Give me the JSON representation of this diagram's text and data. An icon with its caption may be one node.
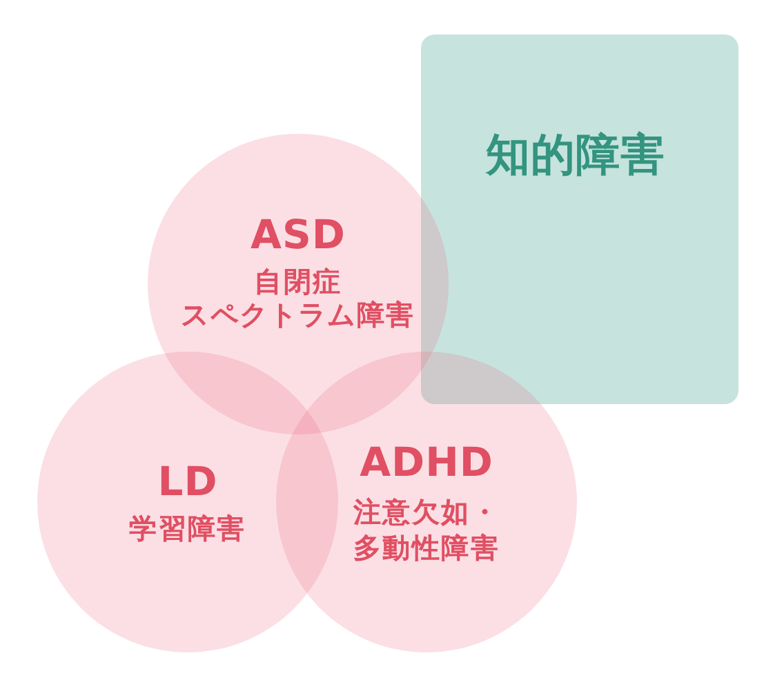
{
  "diagram": {
    "nodes": [
      {
        "text": [
          "知的障害"
        ]
      },
      {
        "text": [
          "ASD",
          "自閉症スペクトラム障害"
        ]
      },
      {
        "text": [
          "LD",
          "学習障害"
        ]
      },
      {
        "text": [
          "ADHD",
          "注意欠如・多動性障害"
        ]
      }
    ]
  }
}
